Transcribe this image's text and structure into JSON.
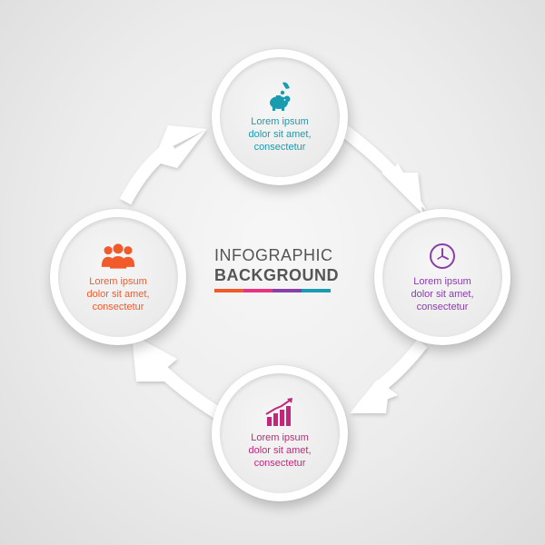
{
  "title": {
    "line1": "INFOGRAPHIC",
    "line2": "BACKGROUND",
    "bar_colors": [
      "#f15a2b",
      "#e8337f",
      "#8a3ea8",
      "#1a9bb0"
    ]
  },
  "steps": [
    {
      "position": "top",
      "icon": "piggy-bank-icon",
      "color": "#1a9bb0",
      "text_lines": [
        "Lorem ipsum",
        "dolor sit amet,",
        "consectetur"
      ]
    },
    {
      "position": "right",
      "icon": "clock-icon",
      "color": "#8a3ea8",
      "text_lines": [
        "Lorem ipsum",
        "dolor sit amet,",
        "consectetur"
      ]
    },
    {
      "position": "bottom",
      "icon": "growth-chart-icon",
      "color": "#c2277c",
      "text_lines": [
        "Lorem ipsum",
        "dolor sit amet,",
        "consectetur"
      ]
    },
    {
      "position": "left",
      "icon": "people-group-icon",
      "color": "#f15a2b",
      "text_lines": [
        "Lorem ipsum",
        "dolor sit amet,",
        "consectetur"
      ]
    }
  ],
  "arrows": {
    "color": "#ffffff",
    "direction": "clockwise"
  }
}
